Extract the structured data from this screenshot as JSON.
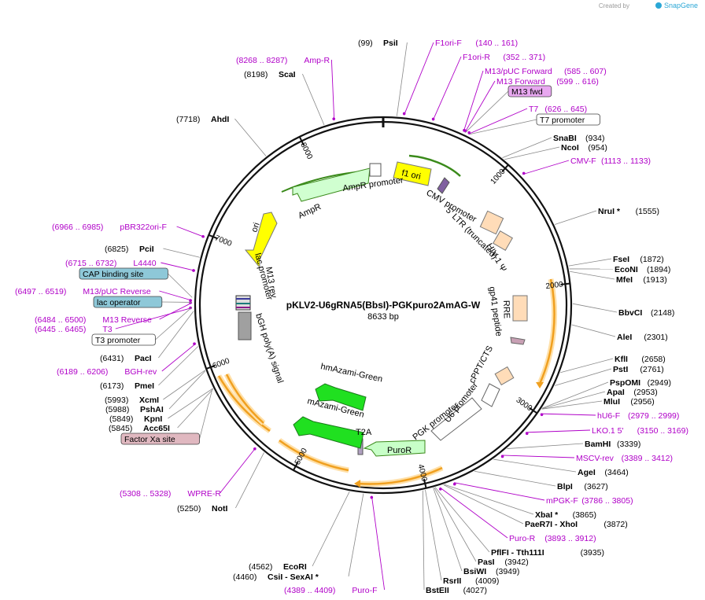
{
  "plasmid": {
    "name": "pKLV2-U6gRNA5(BbsI)-PGKpuro2AmAG-W",
    "length": 8633,
    "length_label": "8633 bp"
  },
  "watermark": {
    "prefix": "Created by",
    "brand": "SnapGene"
  },
  "ticks": [
    {
      "bp": 1000,
      "label": "1000"
    },
    {
      "bp": 2000,
      "label": "2000"
    },
    {
      "bp": 3000,
      "label": "3000"
    },
    {
      "bp": 4000,
      "label": "4000"
    },
    {
      "bp": 5000,
      "label": "5000"
    },
    {
      "bp": 6000,
      "label": "6000"
    },
    {
      "bp": 7000,
      "label": "7000"
    },
    {
      "bp": 8000,
      "label": "8000"
    }
  ],
  "sites": [
    {
      "name": "PsiI",
      "num": "(99)",
      "bp": 99
    },
    {
      "name": "SnaBI",
      "num": "(934)",
      "bp": 934
    },
    {
      "name": "NcoI",
      "num": "(954)",
      "bp": 954
    },
    {
      "name": "NruI *",
      "num": "(1555)",
      "bp": 1555
    },
    {
      "name": "FseI",
      "num": "(1872)",
      "bp": 1872
    },
    {
      "name": "EcoNI",
      "num": "(1894)",
      "bp": 1894
    },
    {
      "name": "MfeI",
      "num": "(1913)",
      "bp": 1913
    },
    {
      "name": "BbvCI",
      "num": "(2148)",
      "bp": 2148
    },
    {
      "name": "AleI",
      "num": "(2301)",
      "bp": 2301
    },
    {
      "name": "KflI",
      "num": "(2658)",
      "bp": 2658
    },
    {
      "name": "PstI",
      "num": "(2761)",
      "bp": 2761
    },
    {
      "name": "PspOMI",
      "num": "(2949)",
      "bp": 2949
    },
    {
      "name": "ApaI",
      "num": "(2953)",
      "bp": 2953
    },
    {
      "name": "MluI",
      "num": "(2956)",
      "bp": 2956
    },
    {
      "name": "BamHI",
      "num": "(3339)",
      "bp": 3339
    },
    {
      "name": "AgeI",
      "num": "(3464)",
      "bp": 3464
    },
    {
      "name": "BlpI",
      "num": "(3627)",
      "bp": 3627
    },
    {
      "name": "XbaI *",
      "num": "(3865)",
      "bp": 3865
    },
    {
      "name": "PaeR7I  - XhoI",
      "num": "(3872)",
      "bp": 3872
    },
    {
      "name": "PflFI  - Tth111I",
      "num": "(3935)",
      "bp": 3935
    },
    {
      "name": "PasI",
      "num": "(3942)",
      "bp": 3942
    },
    {
      "name": "BsiWI",
      "num": "(3949)",
      "bp": 3949
    },
    {
      "name": "RsrII",
      "num": "(4009)",
      "bp": 4009
    },
    {
      "name": "BstEII",
      "num": "(4027)",
      "bp": 4027
    },
    {
      "name": "EcoRI",
      "num": "(4562)",
      "bp": 4562
    },
    {
      "name": "CsiI  - SexAI *",
      "num": "(4460)",
      "bp": 4460
    },
    {
      "name": "NotI",
      "num": "(5250)",
      "bp": 5250
    },
    {
      "name": "Acc65I",
      "num": "(5845)",
      "bp": 5845
    },
    {
      "name": "KpnI",
      "num": "(5849)",
      "bp": 5849
    },
    {
      "name": "PshAI",
      "num": "(5988)",
      "bp": 5988
    },
    {
      "name": "XcmI",
      "num": "(5993)",
      "bp": 5993
    },
    {
      "name": "PmeI",
      "num": "(6173)",
      "bp": 6173
    },
    {
      "name": "PacI",
      "num": "(6431)",
      "bp": 6431
    },
    {
      "name": "PciI",
      "num": "(6825)",
      "bp": 6825
    },
    {
      "name": "AhdI",
      "num": "(7718)",
      "bp": 7718
    },
    {
      "name": "ScaI",
      "num": "(8198)",
      "bp": 8198
    }
  ],
  "primers": [
    {
      "name": "F1ori-F",
      "range": "(140 .. 161)",
      "bp": 150
    },
    {
      "name": "F1ori-R",
      "range": "(352 .. 371)",
      "bp": 361
    },
    {
      "name": "M13/pUC Forward",
      "range": "(585 .. 607)",
      "bp": 596
    },
    {
      "name": "M13 Forward",
      "range": "(599 .. 616)",
      "bp": 607
    },
    {
      "name": "M13 fwd",
      "range": "",
      "bp": 610
    },
    {
      "name": "T7",
      "range": "(626 .. 645)",
      "bp": 635
    },
    {
      "name": "T7 promoter",
      "range": "",
      "bp": 640
    },
    {
      "name": "CMV-F",
      "range": "(1113 .. 1133)",
      "bp": 1123
    },
    {
      "name": "hU6-F",
      "range": "(2979 .. 2999)",
      "bp": 2989
    },
    {
      "name": "LKO.1 5'",
      "range": "(3150 .. 3169)",
      "bp": 3160
    },
    {
      "name": "MSCV-rev",
      "range": "(3389 .. 3412)",
      "bp": 3400
    },
    {
      "name": "mPGK-F",
      "range": "(3786 .. 3805)",
      "bp": 3795
    },
    {
      "name": "Puro-R",
      "range": "(3893 .. 3912)",
      "bp": 3902
    },
    {
      "name": "Puro-F",
      "range": "(4389 .. 4409)",
      "bp": 4399
    },
    {
      "name": "WPRE-R",
      "range": "(5308 .. 5328)",
      "bp": 5318
    },
    {
      "name": "BGH-rev",
      "range": "(6189 .. 6206)",
      "bp": 6197
    },
    {
      "name": "T3",
      "range": "(6445 .. 6465)",
      "bp": 6455
    },
    {
      "name": "T3 promoter",
      "range": "",
      "bp": 6460
    },
    {
      "name": "M13 Reverse",
      "range": "(6484 .. 6500)",
      "bp": 6492
    },
    {
      "name": "lac operator",
      "range": "",
      "bp": 6495
    },
    {
      "name": "M13/pUC Reverse",
      "range": "(6497 .. 6519)",
      "bp": 6508
    },
    {
      "name": "CAP binding site",
      "range": "",
      "bp": 6530
    },
    {
      "name": "L4440",
      "range": "(6715 .. 6732)",
      "bp": 6723
    },
    {
      "name": "pBR322ori-F",
      "range": "(6966 .. 6985)",
      "bp": 6975
    },
    {
      "name": "Amp-R",
      "range": "(8268 .. 8287)",
      "bp": 8277
    },
    {
      "name": "Factor Xa site",
      "range": "",
      "bp": 5840
    }
  ],
  "features": [
    {
      "name": "f1 ori",
      "color": "#ffff00"
    },
    {
      "name": "CMV promoter",
      "color": "#ffffff"
    },
    {
      "name": "5' LTR (truncated)",
      "color": "#ffdcb8"
    },
    {
      "name": "HIV-1 Ψ",
      "color": "#ffdcb8"
    },
    {
      "name": "RRE",
      "color": "#ffdcb8"
    },
    {
      "name": "gp41 peptide",
      "color": "#c8a0b4"
    },
    {
      "name": "cPPT/CTS",
      "color": "#ffdcb8"
    },
    {
      "name": "U6 promoter",
      "color": "#ffffff"
    },
    {
      "name": "PGK promoter",
      "color": "#ffffff"
    },
    {
      "name": "PuroR",
      "color": "#c8ffc8"
    },
    {
      "name": "T2A",
      "color": "#b0a0c0"
    },
    {
      "name": "mAzami-Green",
      "color": "#20e020"
    },
    {
      "name": "hmAzami-Green",
      "color": "#20e020"
    },
    {
      "name": "bGH poly(A) signal",
      "color": "#a0a0a0"
    },
    {
      "name": "M13 rev",
      "color": "#9a9a9a"
    },
    {
      "name": "lac promoter",
      "color": "#ffffff"
    },
    {
      "name": "ori",
      "color": "#ffff00"
    },
    {
      "name": "AmpR",
      "color": "#d0ffd0"
    },
    {
      "name": "AmpR promoter",
      "color": "#ffffff"
    }
  ],
  "colors": {
    "backbone": "#111111",
    "primer": "#b000c8",
    "orf_arrow": "#f0a020",
    "orf_halo": "#ffe0a8",
    "amp_outline": "#3a8a1a",
    "m13fwd_box": "#e8a8f0",
    "cap_box": "#8ec8d8",
    "lac_box": "#8ec8d8",
    "factorxa_box": "#e0b8c0"
  }
}
